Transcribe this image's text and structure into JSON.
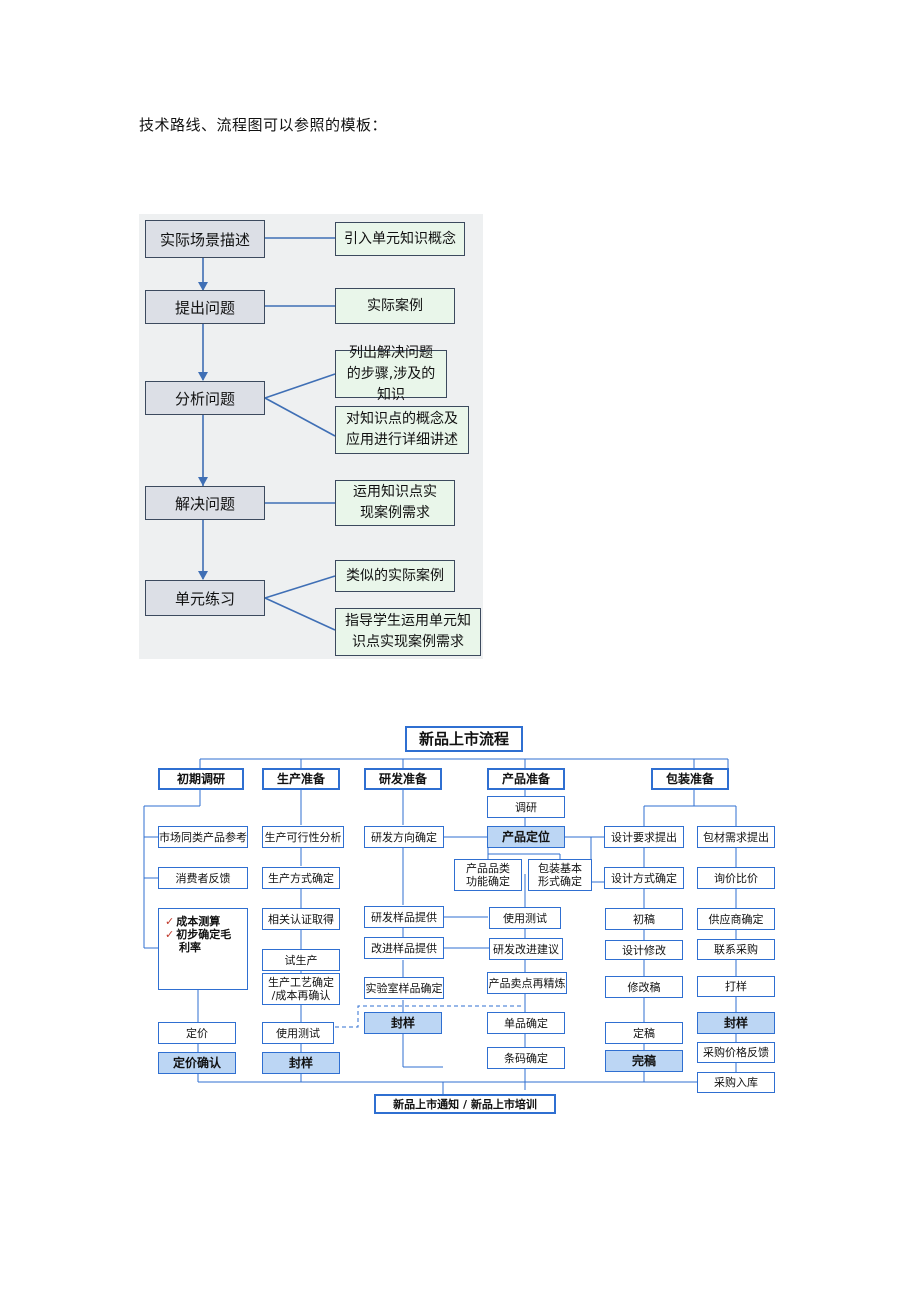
{
  "intro_text": "技术路线、流程图可以参照的模板：",
  "flow1": {
    "stages": [
      "实际场景描述",
      "提出问题",
      "分析问题",
      "解决问题",
      "单元练习"
    ],
    "notes": [
      "引入单元知识概念",
      "实际案例",
      "列出解决问题的步骤,涉及的知识",
      "对知识点的概念及应用进行详细讲述",
      "运用知识点实现案例需求",
      "类似的实际案例",
      "指导学生运用单元知识点实现案例需求"
    ]
  },
  "flow2": {
    "title": "新品上市流程",
    "headers": [
      "初期调研",
      "生产准备",
      "研发准备",
      "产品准备",
      "包装准备"
    ],
    "col1": {
      "a": "市场同类产品参考",
      "b": "消费者反馈",
      "checks": [
        "成本测算",
        "初步确定毛",
        "利率"
      ],
      "c": "定价",
      "d": "定价确认"
    },
    "col2": [
      "生产可行性分析",
      "生产方式确定",
      "相关认证取得",
      "试生产",
      "生产工艺确定",
      "/成本再确认",
      "使用测试",
      "封样"
    ],
    "col3": [
      "研发方向确定",
      "研发样品提供",
      "改进样品提供",
      "实验室样品确定",
      "封样"
    ],
    "col4": [
      "调研",
      "产品定位",
      "产品品类",
      "功能确定",
      "包装基本",
      "形式确定",
      "使用测试",
      "研发改进建议",
      "产品卖点再精炼",
      "单品确定",
      "条码确定"
    ],
    "col5": [
      "设计要求提出",
      "设计方式确定",
      "初稿",
      "设计修改",
      "修改稿",
      "定稿",
      "完稿"
    ],
    "col6": [
      "包材需求提出",
      "询价比价",
      "供应商确定",
      "联系采购",
      "打样",
      "封样",
      "采购价格反馈",
      "采购入库"
    ],
    "footer": "新品上市通知 / 新品上市培训"
  }
}
